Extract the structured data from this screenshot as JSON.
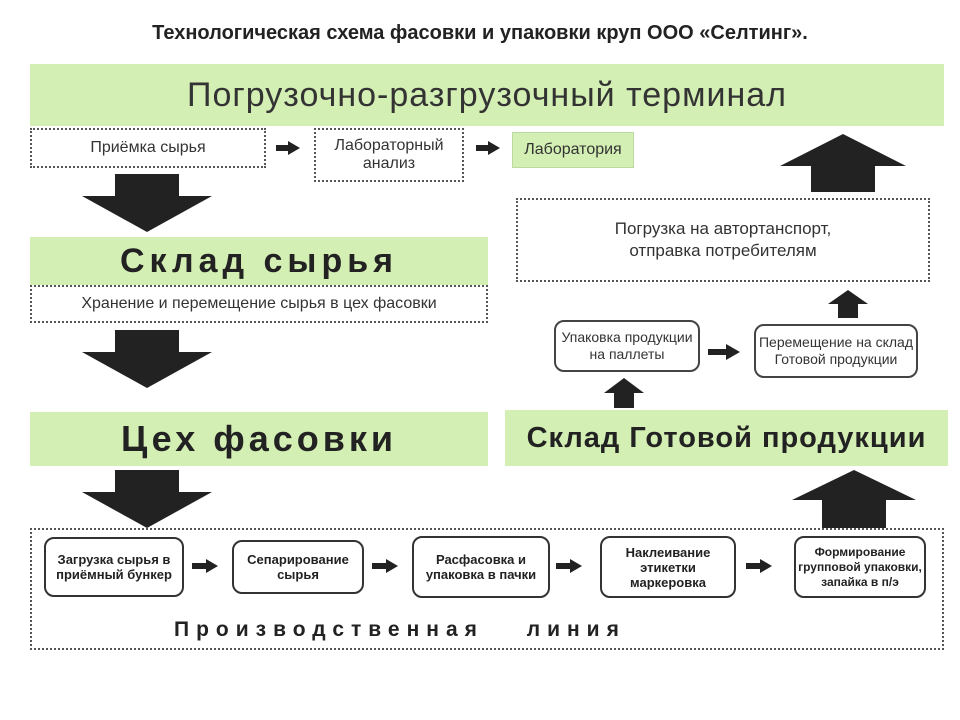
{
  "title": "Технологическая схема фасовки и упаковки круп ООО «Селтинг».",
  "terminal": "Погрузочно-разгрузочный терминал",
  "intake": {
    "receiving": "Приёмка сырья",
    "lab_analysis": "Лабораторный анализ",
    "laboratory": "Лаборатория"
  },
  "raw_warehouse": {
    "heading": "Склад сырья",
    "description": "Хранение и перемещение сырья в цех фасовки"
  },
  "packing_shop": "Цех фасовки",
  "finished_warehouse": "Склад Готовой продукции",
  "shipping": "Погрузка на автортанспорт, отправка потребителям",
  "pallet_packing": "Упаковка продукции на паллеты",
  "move_to_warehouse": "Перемещение на склад Готовой продукции",
  "production_line": {
    "label": "Производственная линия",
    "steps": [
      "Загрузка сырья в приёмный бункер",
      "Сепарирование сырья",
      "Расфасовка и упаковка в пачки",
      "Наклеивание этикетки маркеровка",
      "Формирование групповой упаковки, запайка в п/э"
    ]
  },
  "colors": {
    "band_green": "#d4efb4",
    "arrow": "#222222"
  }
}
